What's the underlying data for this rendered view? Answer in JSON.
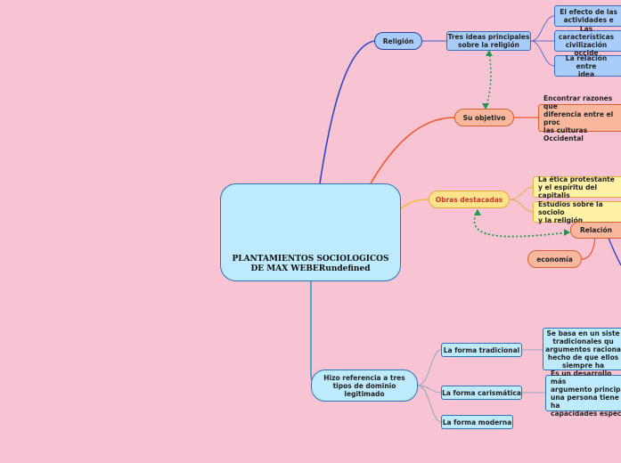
{
  "root": {
    "title": "PLANTAMIENTOS SOCIOLOGICOS DE MAX WEBERundefined"
  },
  "religion": {
    "label": "Religión",
    "ideas_label": "Tres ideas principales\nsobre la religión",
    "ideas": [
      "El efecto de las\nactividades e",
      "Las características\ncivilización occide",
      "La relación entre\nidea"
    ]
  },
  "objetivo": {
    "label": "Su objetivo",
    "text": "Encontrar razones que\ndiferencia entre el proc\nlas culturas Occidental"
  },
  "obras": {
    "label": "Obras destacadas",
    "items": [
      "La ética protestante\ny el espíritu del capitalis",
      "Estudios sobre la sociolo\ny la religión"
    ],
    "relacion": "Relación",
    "economia": "economía"
  },
  "dominio": {
    "label": "Hizo referencia a tres\ntipos de dominio\nlegitimado",
    "forms": [
      {
        "label": "La forma tradicional",
        "detail": "Se basa en un siste\ntradicionales qu\nargumentos raciona\nhecho de que ellos\nsiempre ha"
      },
      {
        "label": "La forma carismática",
        "detail": "Es un desarrollo más\nargumento principal\nuna persona tiene ha\ncapacidades especia"
      },
      {
        "label": "La forma moderna",
        "detail": ""
      }
    ]
  },
  "colors": {
    "background": "#f8c3d2",
    "root_fill": "#bdeafc",
    "blue_branch": "#2f47c0",
    "orange_branch": "#ee5a2a",
    "yellow_branch": "#f5b935",
    "cyan_branch": "#2aa0d8",
    "dotted_link": "#1e9a4a"
  }
}
